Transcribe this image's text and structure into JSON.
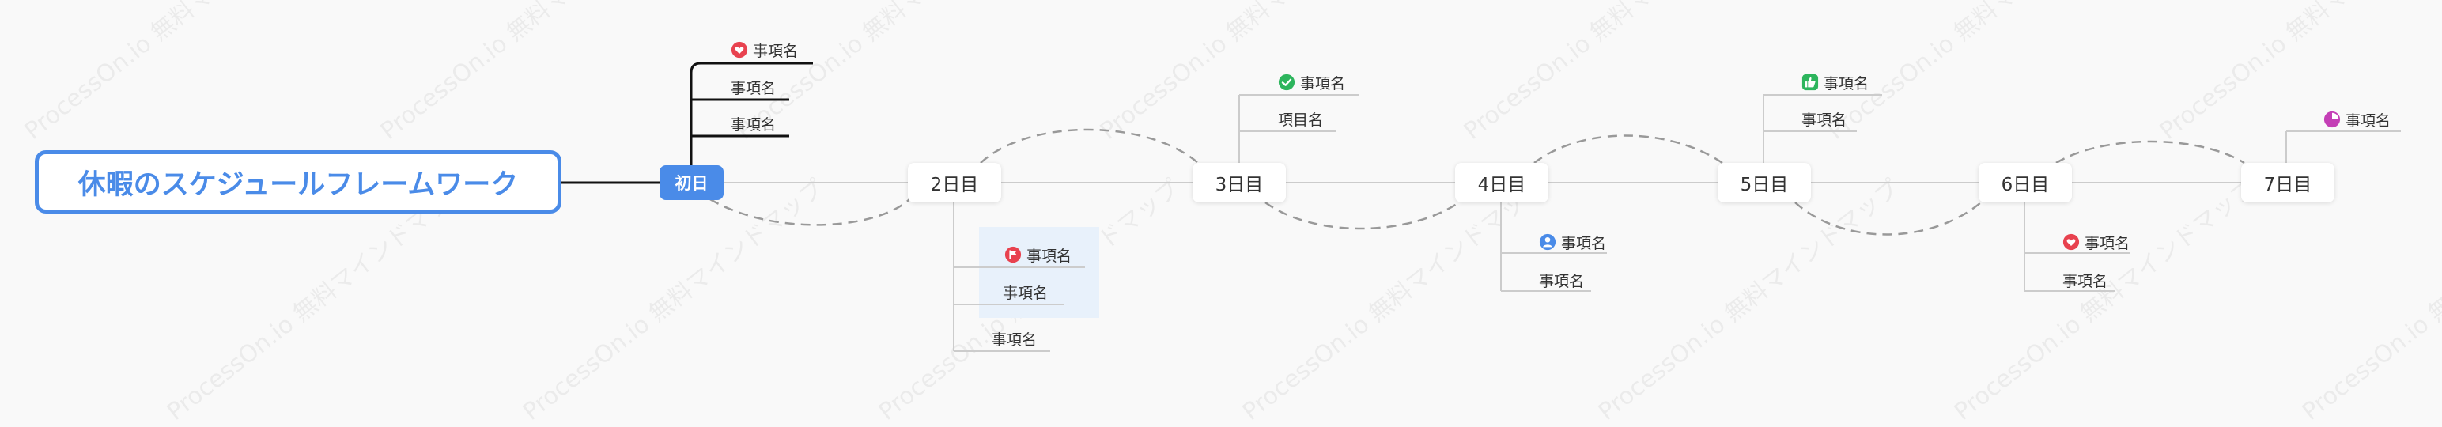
{
  "root": {
    "title": "休暇のスケジュールフレームワーク"
  },
  "days": [
    {
      "label": "初日"
    },
    {
      "label": "2日目"
    },
    {
      "label": "3日目"
    },
    {
      "label": "4日目"
    },
    {
      "label": "5日目"
    },
    {
      "label": "6日目"
    },
    {
      "label": "7日目"
    }
  ],
  "items": {
    "d0_1": "事項名",
    "d0_2": "事項名",
    "d0_3": "事項名",
    "d2_1": "事項名",
    "d2_2": "事項名",
    "d2_3": "事項名",
    "d3_1": "事項名",
    "d3_2": "項目名",
    "d4_1": "事項名",
    "d4_2": "事項名",
    "d5_1": "事項名",
    "d5_2": "事項名",
    "d6_1": "事項名",
    "d6_2": "事項名",
    "d7_1": "事項名"
  },
  "icons": {
    "d0_1": "heart-icon",
    "d2_1": "flag-icon",
    "d3_1": "check-icon",
    "d4_1": "person-icon",
    "d5_1": "thumbs-up-icon",
    "d6_1": "heart-icon",
    "d7_1": "pie-progress-icon"
  },
  "watermarks": {
    "brand": "ProcessOn.io 無料マインドマップ"
  },
  "colors": {
    "accent": "#4a8be8",
    "heart": "#e8424f",
    "check": "#2db55d",
    "pie": "#c43fb6",
    "connector": "#cccccc",
    "dashed": "#999999"
  }
}
